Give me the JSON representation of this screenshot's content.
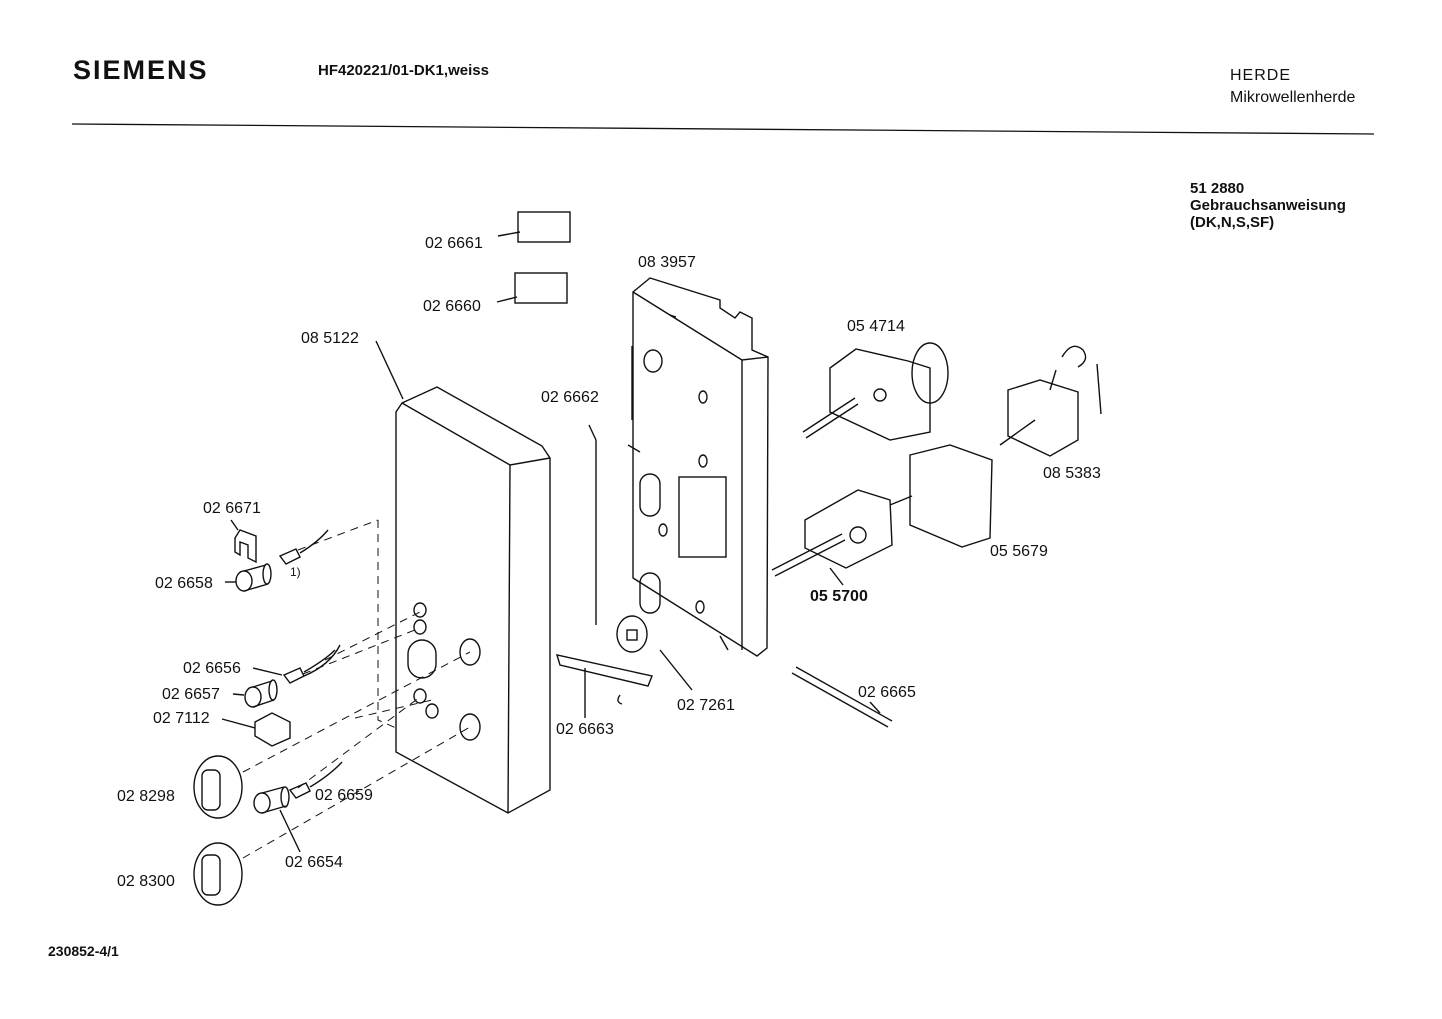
{
  "header": {
    "brand": "SIEMENS",
    "model": "HF420221/01-DK1,weiss",
    "category": "HERDE",
    "subcategory": "Mikrowellenherde"
  },
  "document": {
    "number": "51 2880",
    "title": "Gebrauchsanweisung",
    "languages": "(DK,N,S,SF)"
  },
  "footer": {
    "drawing_number": "230852-4/1"
  },
  "parts": {
    "p026661": "02 6661",
    "p026660": "02 6660",
    "p083957": "08 3957",
    "p054714": "05 4714",
    "p085122": "08 5122",
    "p026662": "02 6662",
    "p085383": "08 5383",
    "p026671": "02 6671",
    "p055679": "05 5679",
    "p026658": "02 6658",
    "p055700": "05 5700",
    "p026656": "02 6656",
    "p026657": "02 6657",
    "p027112": "02 7112",
    "p026665": "02 6665",
    "p027261": "02 7261",
    "p026663": "02 6663",
    "p028298": "02 8298",
    "p026659": "02 6659",
    "p026654": "02 6654",
    "p028300": "02 8300"
  },
  "footnote_marker": "1)"
}
